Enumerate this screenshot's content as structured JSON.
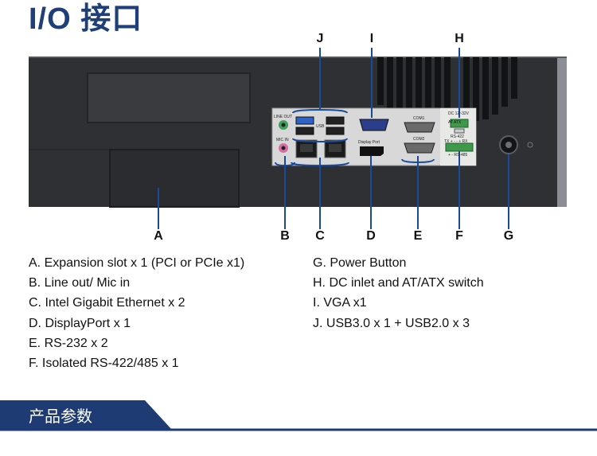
{
  "title": "I/O 接口",
  "callouts": {
    "a": "A",
    "b": "B",
    "c": "C",
    "d": "D",
    "e": "E",
    "f": "F",
    "g": "G",
    "h": "H",
    "i": "I",
    "j": "J"
  },
  "port_labels": {
    "line_out": "LINE OUT",
    "mic_in": "MIC IN",
    "usb": "USB",
    "display_port": "Display Port",
    "com1": "COM1",
    "com2": "COM2",
    "dc": "DC 12~32V",
    "at_atx": "AT     ATX",
    "rs422": "RS-422",
    "rs_pins": "TX + -  - +  RX",
    "rs485": "+ -  RS-485"
  },
  "legend_left": [
    "A. Expansion slot x 1 (PCI or PCIe x1)",
    "B. Line out/ Mic in",
    "C. Intel Gigabit Ethernet x 2",
    "D. DisplayPort x 1",
    "E.  RS-232 x 2",
    "F.  Isolated RS-422/485 x 1"
  ],
  "legend_right": [
    "G. Power Button",
    "H. DC inlet and AT/ATX switch",
    "I.  VGA x1",
    "J.  USB3.0 x 1 + USB2.0 x 3"
  ],
  "section_label": "产品参数",
  "colors": {
    "title": "#1f3f79",
    "callout_line": "#1a4a9a",
    "panel": "#2e3033",
    "section_bar": "#1f3b73"
  }
}
